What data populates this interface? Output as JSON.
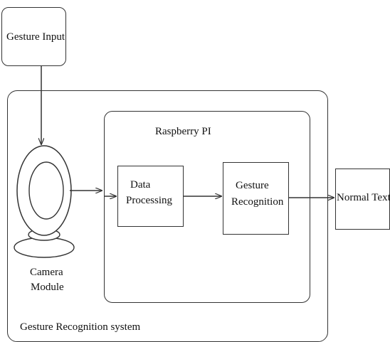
{
  "diagram": {
    "gesture_input": "Gesture Input",
    "system_label": "Gesture Recognition system",
    "raspberry_label": "Raspberry PI",
    "camera_line1": "Camera",
    "camera_line2": "Module",
    "data_processing_line1": "Data",
    "data_processing_line2": "Processing",
    "gesture_recognition_line1": "Gesture",
    "gesture_recognition_line2": "Recognition",
    "normal_text": "Normal Text"
  },
  "colors": {
    "stroke": "#333333",
    "background": "#ffffff",
    "text": "#111111"
  }
}
